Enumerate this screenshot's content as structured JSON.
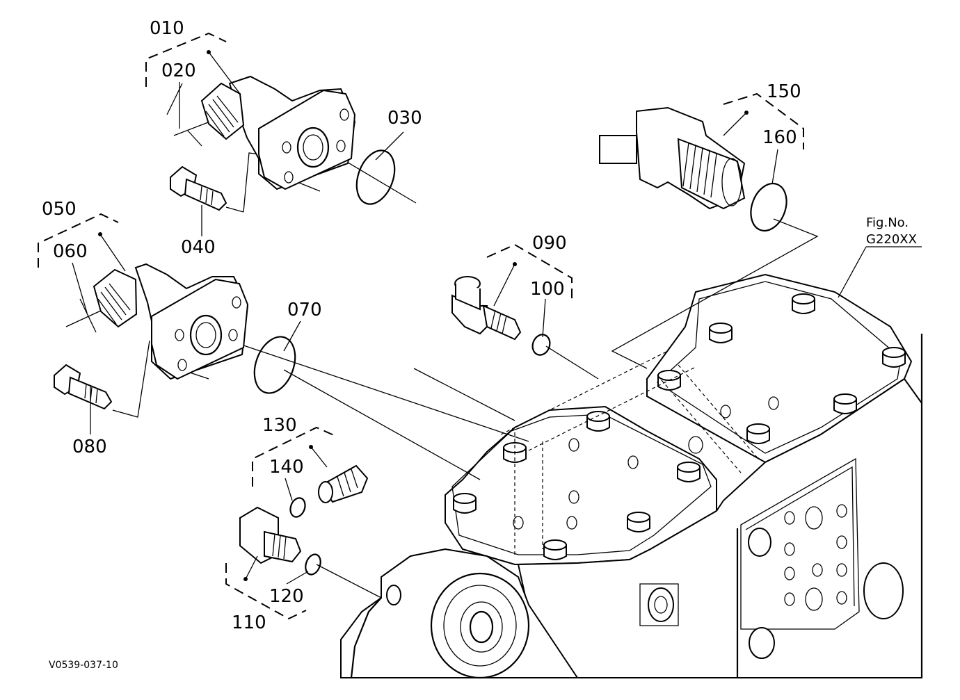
{
  "figure": {
    "ref_label": "Fig.No.",
    "ref_code": "G220XX",
    "drawing_id": "V0539-037-10"
  },
  "callouts": {
    "c010": "010",
    "c020": "020",
    "c030": "030",
    "c040": "040",
    "c050": "050",
    "c060": "060",
    "c070": "070",
    "c080": "080",
    "c090": "090",
    "c100": "100",
    "c110": "110",
    "c120": "120",
    "c130": "130",
    "c140": "140",
    "c150": "150",
    "c160": "160"
  }
}
